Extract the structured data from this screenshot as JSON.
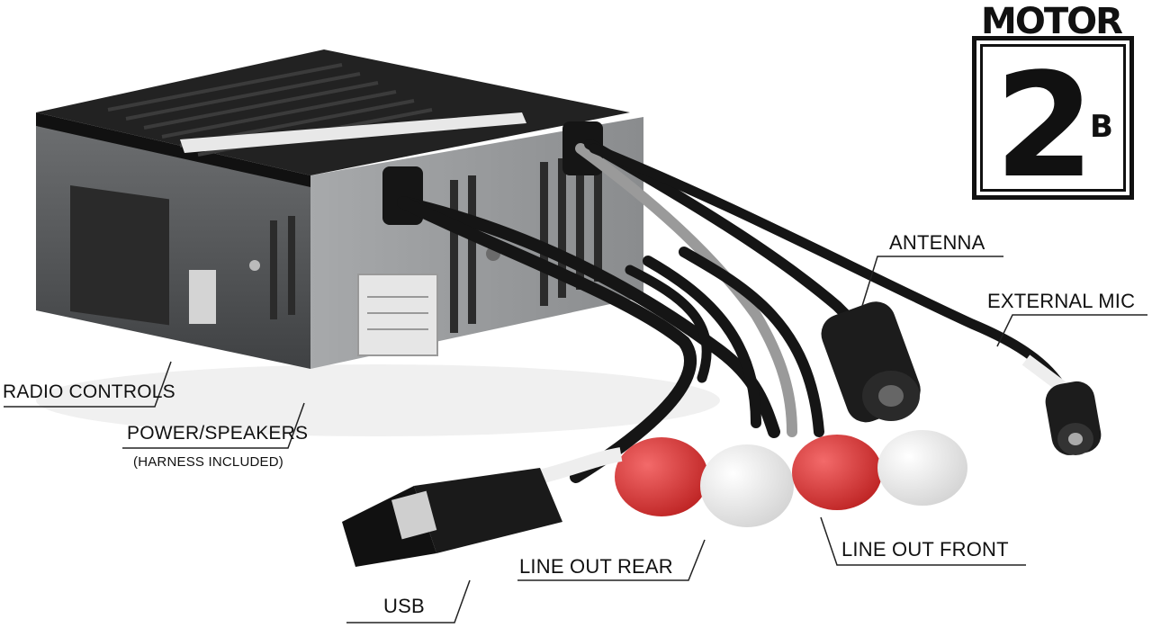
{
  "logo": {
    "word": "MOTOR",
    "number": "2",
    "letter": "B"
  },
  "labels": {
    "antenna": "ANTENNA",
    "external_mic": "EXTERNAL MIC",
    "radio_controls": "RADIO CONTROLS",
    "power_speakers": "POWER/SPEAKERS",
    "harness_included": "(HARNESS INCLUDED)",
    "line_out_rear": "LINE OUT REAR",
    "line_out_front": "LINE OUT FRONT",
    "usb": "USB"
  },
  "colors": {
    "chassis": "#8f9193",
    "chassis_dark": "#5e6063",
    "cover": "#1c1c1c",
    "cable": "#151515",
    "cable_grey": "#9a9a9a",
    "rca_red": "#d42a2a",
    "rca_white": "#f2f2f2"
  }
}
